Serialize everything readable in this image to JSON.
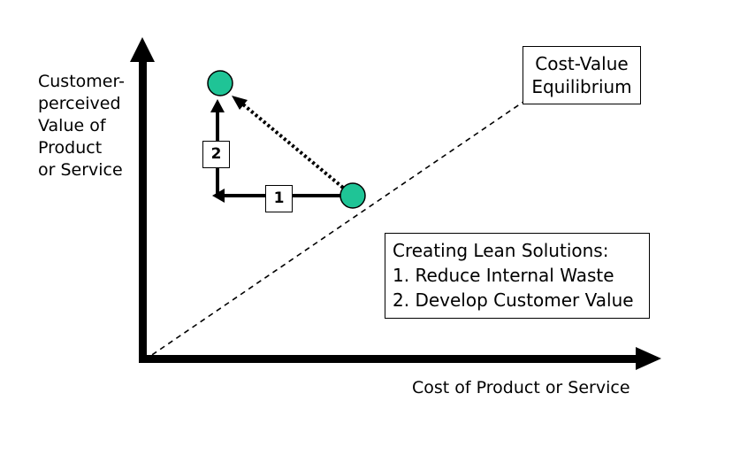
{
  "y_axis_label": [
    "Customer-",
    "perceived",
    "Value of",
    "Product",
    "or Service"
  ],
  "x_axis_label": "Cost of Product or Service",
  "equilibrium_label": [
    "Cost-Value",
    "Equilibrium"
  ],
  "lean_solutions": {
    "title": "Creating Lean Solutions:",
    "items": [
      "1. Reduce Internal Waste",
      "2. Develop Customer Value"
    ]
  },
  "steps": {
    "reduce_waste": "1",
    "develop_value": "2"
  },
  "colors": {
    "point_fill": "#1fc496",
    "axis": "#000000"
  }
}
